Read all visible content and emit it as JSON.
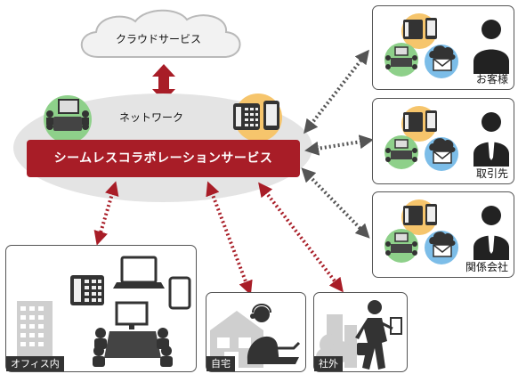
{
  "cloud": {
    "label": "クラウドサービス"
  },
  "network": {
    "label": "ネットワーク"
  },
  "service": {
    "label": "シームレスコラボレーションサービス"
  },
  "partners": [
    {
      "label": "お客様"
    },
    {
      "label": "取引先"
    },
    {
      "label": "関係会社"
    }
  ],
  "locations": {
    "office": {
      "label": "オフィス内"
    },
    "home": {
      "label": "自宅"
    },
    "outside": {
      "label": "社外"
    }
  },
  "colors": {
    "banner": "#a81d27",
    "arrow_red": "#a81d27",
    "arrow_gray": "#555555",
    "ellipse": "#e4e4e4",
    "meeting_circle": "#8ed08a",
    "phone_circle": "#f6c56c",
    "mail_circle": "#7cbde8"
  }
}
